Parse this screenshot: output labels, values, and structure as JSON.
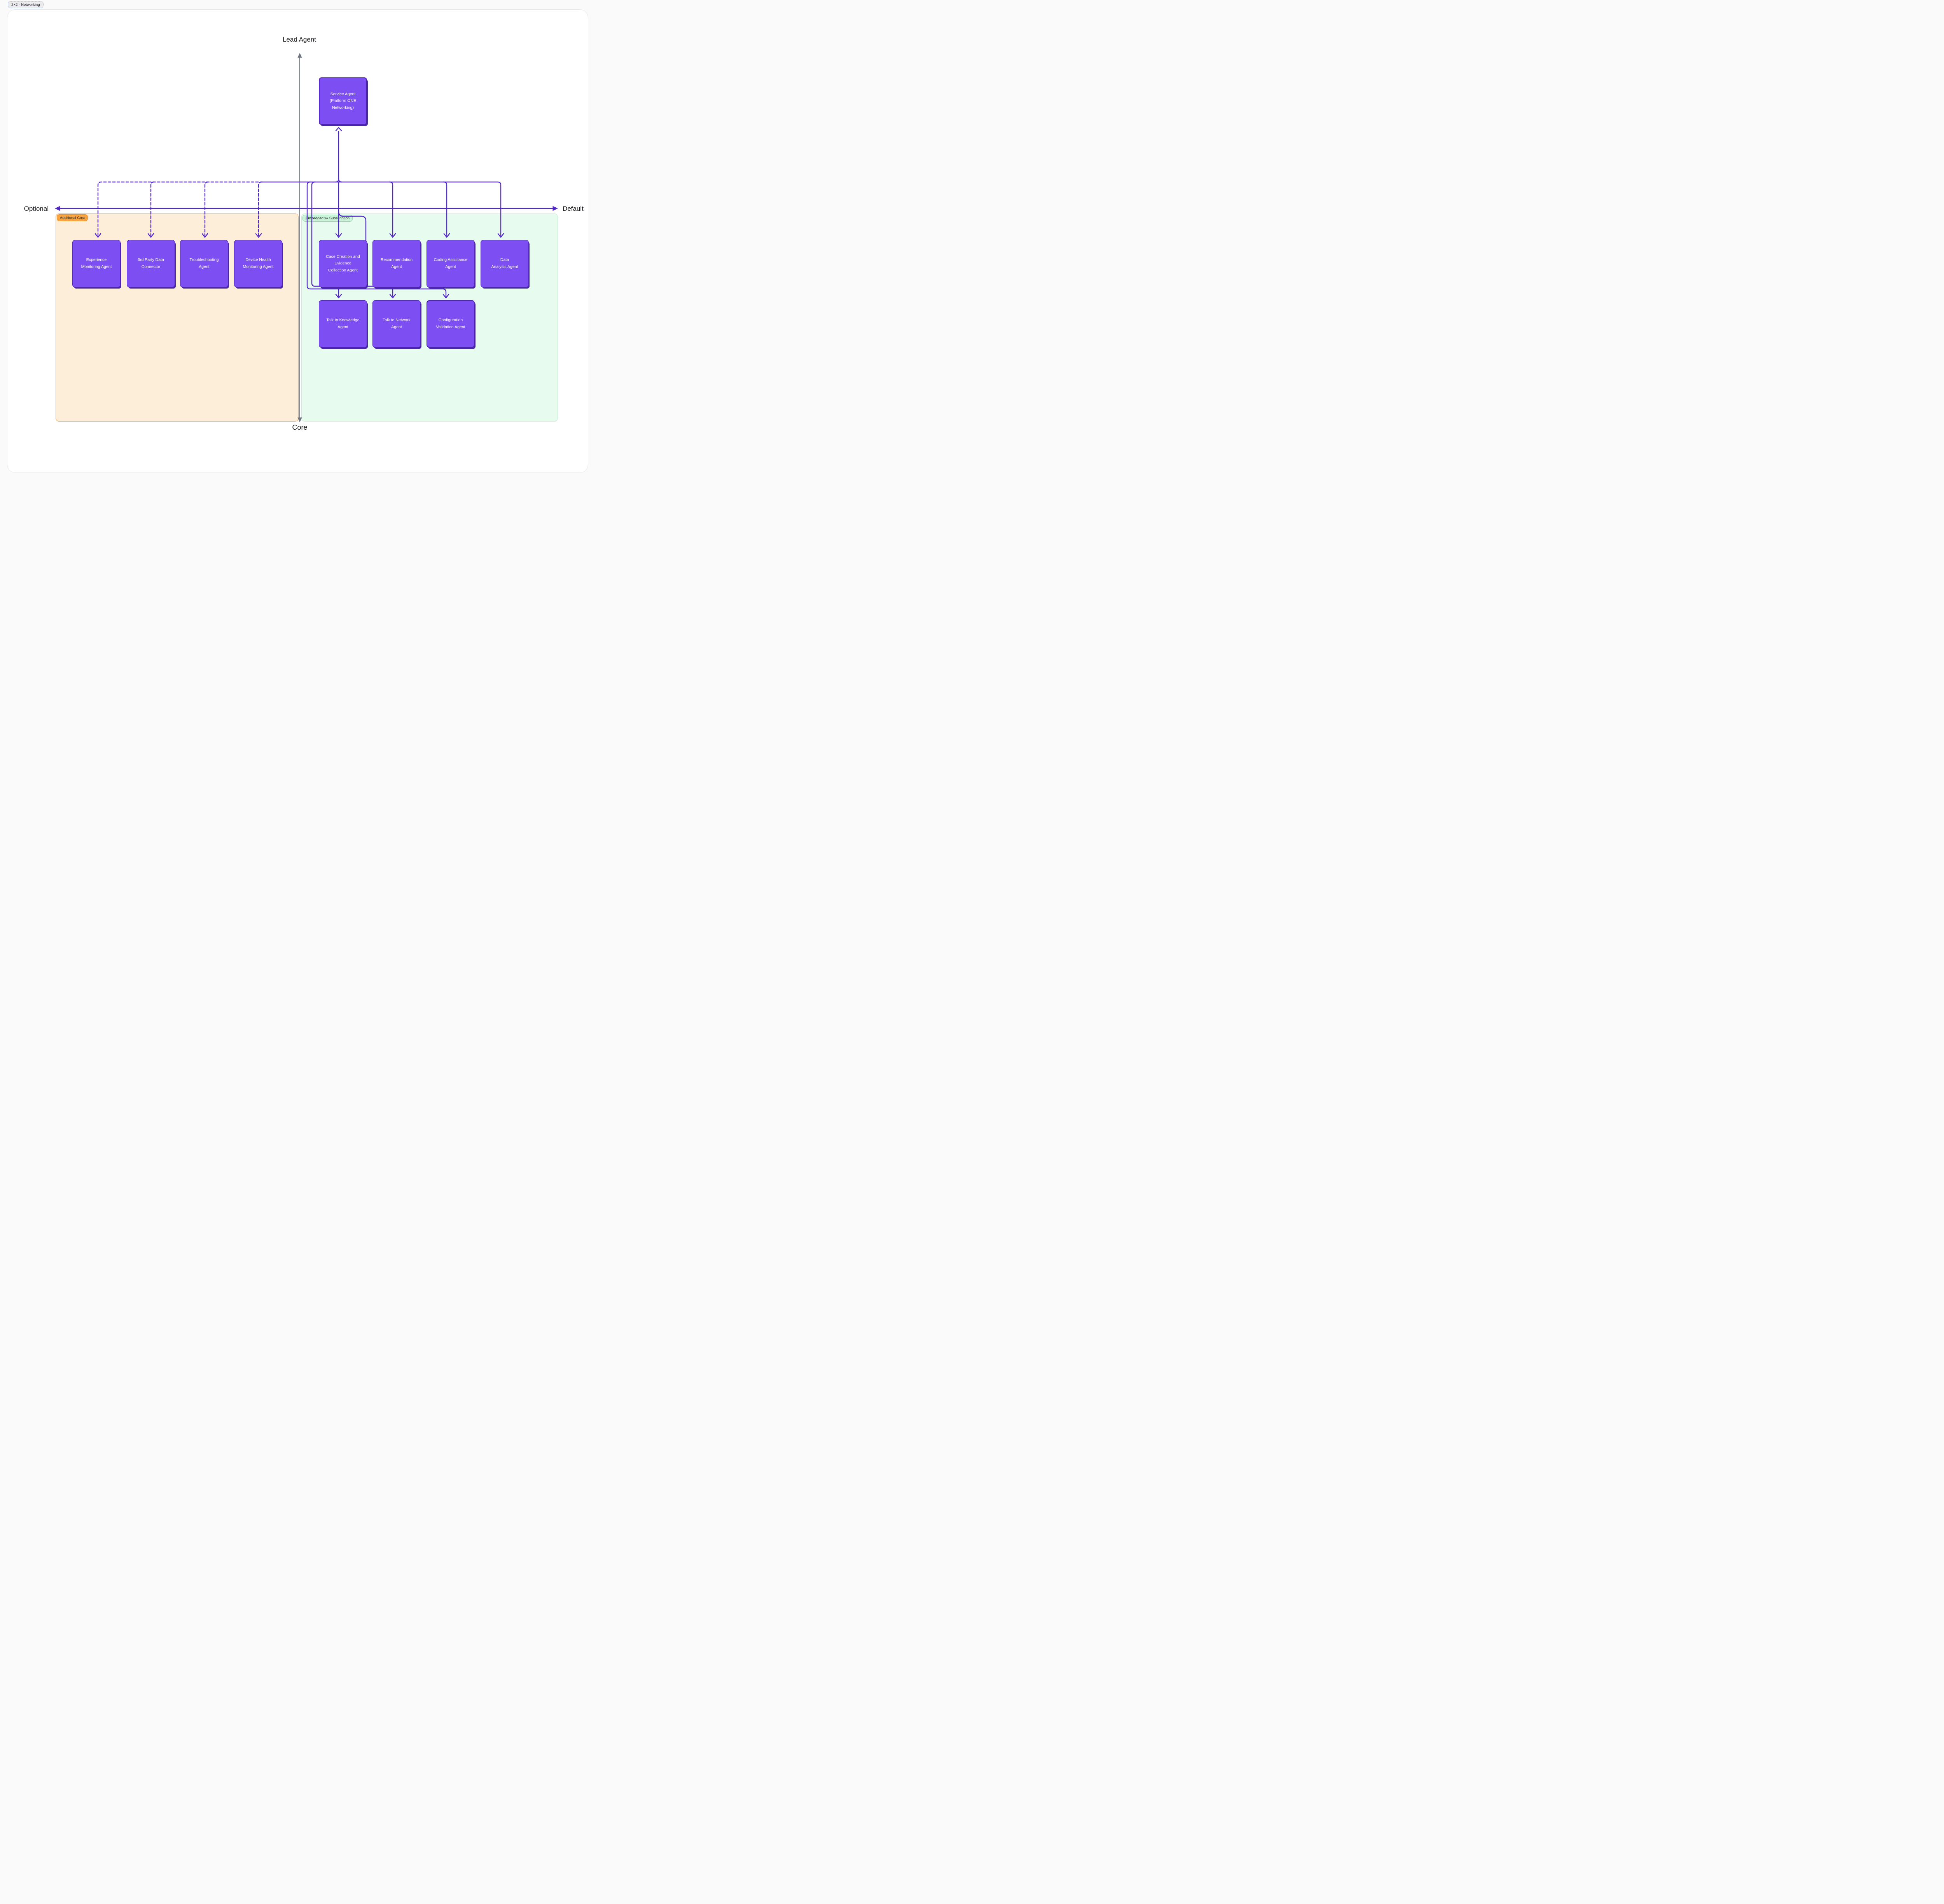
{
  "page": {
    "title_badge": "2×2 - Networking"
  },
  "axes": {
    "top_label": "Lead Agent",
    "bottom_label": "Core",
    "left_label": "Optional",
    "right_label": "Default"
  },
  "lead_node": {
    "label": "Service Agent\n(Platform ONE\nNetworking)"
  },
  "regions": {
    "additional_cost": {
      "badge": "Additional Cost",
      "nodes": [
        {
          "label": "Experience\nMonitoring Agent"
        },
        {
          "label": "3rd Party Data\nConnector"
        },
        {
          "label": "Troubleshooting\nAgent"
        },
        {
          "label": "Device Health\nMonitoring Agent"
        }
      ]
    },
    "embedded": {
      "badge": "Embedded w/ Subscription",
      "row1": [
        {
          "label": "Case Creation and\nEvidence\nCollection Agent"
        },
        {
          "label": "Recommendation\nAgent"
        },
        {
          "label": "Coding Assistance\nAgent"
        },
        {
          "label": "Data\nAnalysis Agent"
        }
      ],
      "row2": [
        {
          "label": "Talk to Knowledge\nAgent"
        },
        {
          "label": "Talk to Network\nAgent"
        },
        {
          "label": "Configuration\nValidation Agent"
        }
      ]
    }
  },
  "colors": {
    "node_fill": "#7d4ff2",
    "node_border": "#4c27ae",
    "connector": "#5329c4",
    "axis_gray": "#6f7680",
    "orange_region_fill": "#fdeeda",
    "orange_region_border": "#f5a14b",
    "orange_badge": "#f9a43f",
    "green_region_fill": "#e7fbee",
    "green_region_border": "#c6ecd1",
    "green_badge": "#cbf3da"
  }
}
